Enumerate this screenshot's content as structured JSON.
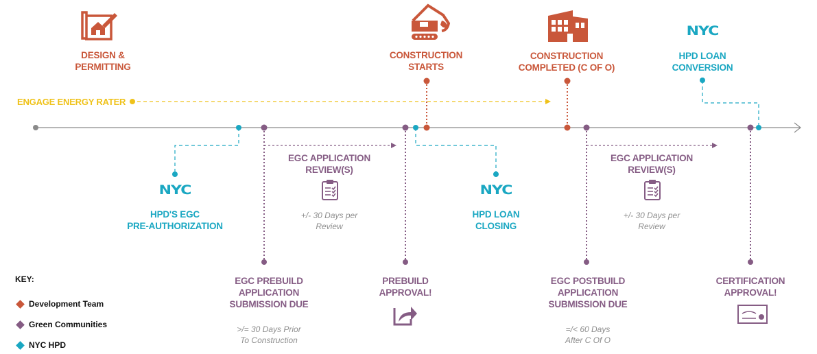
{
  "colors": {
    "development_team": "#c9573a",
    "green_communities": "#855c84",
    "nyc_hpd": "#1aa7c2",
    "energy_rater": "#efc21a",
    "timeline": "#8a8a8a",
    "note": "#8e8e8e"
  },
  "milestones_top": {
    "design": {
      "line1": "DESIGN &",
      "line2": "PERMITTING",
      "icon": "blueprint-house-icon"
    },
    "construction_starts": {
      "line1": "CONSTRUCTION",
      "line2": "STARTS",
      "icon": "excavator-icon"
    },
    "construction_completed": {
      "line1": "CONSTRUCTION",
      "line2": "COMPLETED (C OF O)",
      "icon": "building-icon"
    },
    "loan_conversion": {
      "logo": "NYC",
      "line1": "HPD LOAN",
      "line2": "CONVERSION"
    }
  },
  "energy_rater": "ENGAGE ENERGY RATER",
  "milestones_mid": {
    "pre_authorization": {
      "logo": "NYC",
      "line1": "HPD'S EGC",
      "line2": "PRE-AUTHORIZATION"
    },
    "review1": {
      "line1": "EGC APPLICATION",
      "line2": "REVIEW(S)",
      "note1": "+/- 30 Days per",
      "note2": "Review",
      "icon": "clipboard-checklist-icon"
    },
    "loan_closing": {
      "logo": "NYC",
      "line1": "HPD LOAN",
      "line2": "CLOSING"
    },
    "review2": {
      "line1": "EGC APPLICATION",
      "line2": "REVIEW(S)",
      "note1": "+/- 30 Days per",
      "note2": "Review",
      "icon": "clipboard-checklist-icon"
    }
  },
  "milestones_bottom": {
    "prebuild_submission": {
      "line1": "EGC PREBUILD",
      "line2": "APPLICATION",
      "line3": "SUBMISSION DUE",
      "note1": ">/= 30 Days Prior",
      "note2": "To Construction"
    },
    "prebuild_approval": {
      "line1": "PREBUILD",
      "line2": "APPROVAL!",
      "icon": "share-icon"
    },
    "postbuild_submission": {
      "line1": "EGC POSTBUILD",
      "line2": "APPLICATION",
      "line3": "SUBMISSION DUE",
      "note1": "=/< 60 Days",
      "note2": "After C Of O"
    },
    "certification": {
      "line1": "CERTIFICATION",
      "line2": "APPROVAL!",
      "icon": "certificate-icon"
    }
  },
  "key": {
    "title": "KEY:",
    "items": [
      {
        "label": "Development Team"
      },
      {
        "label": "Green Communities"
      },
      {
        "label": "NYC HPD"
      }
    ]
  }
}
